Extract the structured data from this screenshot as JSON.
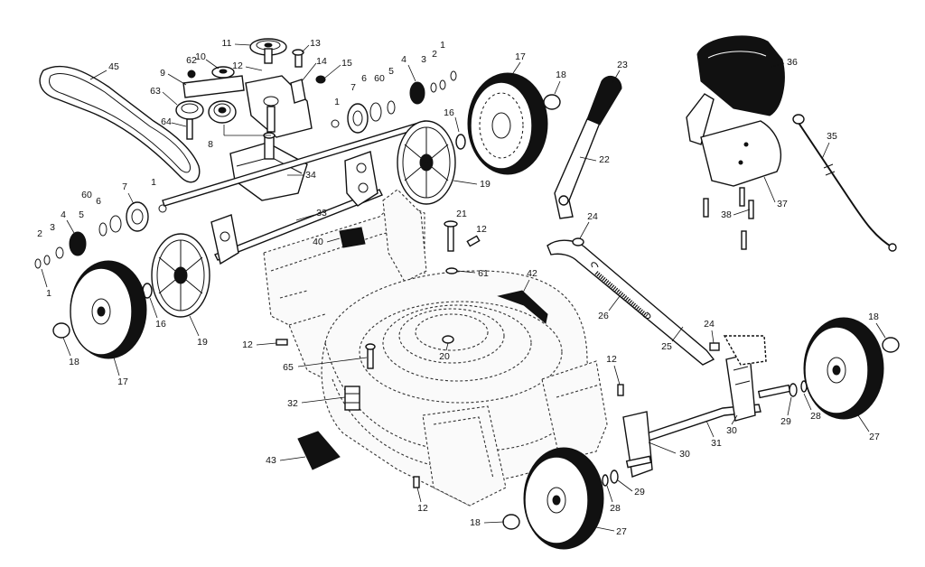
{
  "callouts": {
    "n1": "1",
    "n2": "2",
    "n3": "3",
    "n4": "4",
    "n5": "5",
    "n6": "6",
    "n7": "7",
    "n8": "8",
    "n9": "9",
    "n10": "10",
    "n11": "11",
    "n12": "12",
    "n13": "13",
    "n14": "14",
    "n15": "15",
    "n16": "16",
    "n17": "17",
    "n18": "18",
    "n19": "19",
    "n20": "20",
    "n21": "21",
    "n22": "22",
    "n23": "23",
    "n24": "24",
    "n25": "25",
    "n26": "26",
    "n27": "27",
    "n28": "28",
    "n29": "29",
    "n30": "30",
    "n31": "31",
    "n32": "32",
    "n33": "33",
    "n34": "34",
    "n35": "35",
    "n36": "36",
    "n37": "37",
    "n38": "38",
    "n40": "40",
    "n42": "42",
    "n43": "43",
    "n45": "45",
    "n60": "60",
    "n61": "61",
    "n62": "62",
    "n63": "63",
    "n64": "64",
    "n65": "65"
  },
  "colors": {
    "ink": "#111111",
    "paper": "#ffffff"
  }
}
